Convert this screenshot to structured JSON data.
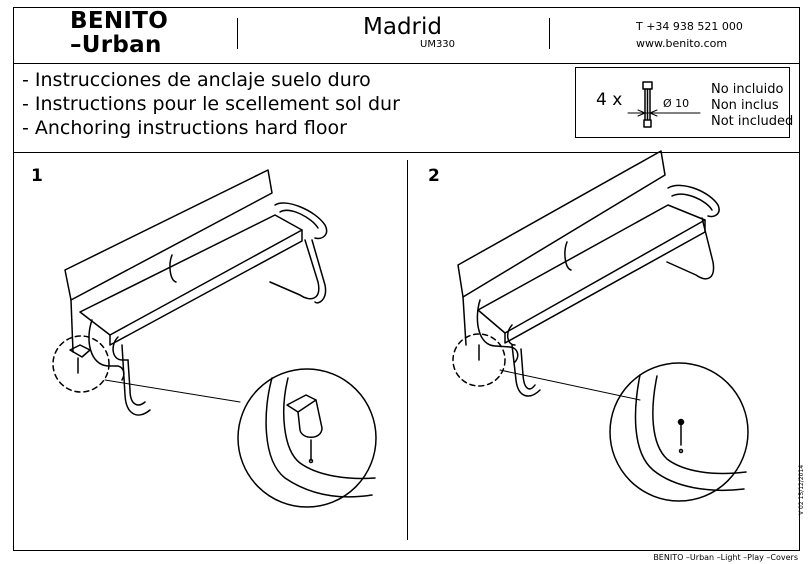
{
  "header": {
    "brand_line1": "BENITO",
    "brand_line2": "–Urban",
    "model": "Madrid",
    "model_code": "UM330",
    "phone": "T +34 938 521 000",
    "website": "www.benito.com"
  },
  "instructions": [
    "- Instrucciones de anclaje suelo duro",
    "- Instructions pour le scellement sol dur",
    "- Anchoring instructions hard floor"
  ],
  "hardware_box": {
    "quantity": "4 x",
    "diameter": "Ø 10",
    "not_included": [
      "No incluido",
      "Non inclus",
      "Not included"
    ]
  },
  "steps": [
    "1",
    "2"
  ],
  "version": "V 02 15/12/2014",
  "footer": "BENITO –Urban –Light –Play –Covers"
}
